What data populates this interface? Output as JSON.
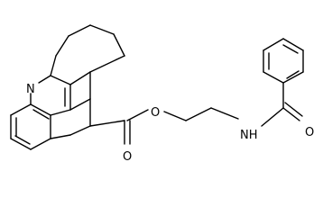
{
  "atoms": {
    "n_ring": "N",
    "o_ester_carbonyl": "O",
    "o_ester_link": "O",
    "n_amide": "NH",
    "o_amide": "O"
  }
}
